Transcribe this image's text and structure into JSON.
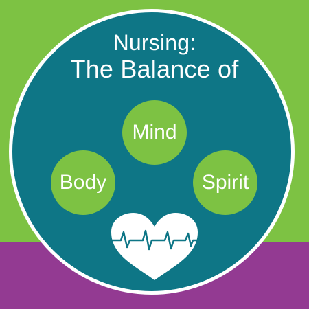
{
  "title": {
    "line1": "Nursing:",
    "line2": "The Balance of"
  },
  "circles": {
    "mind": "Mind",
    "body": "Body",
    "spirit": "Spirit"
  },
  "icons": {
    "heart": "heart-heartbeat-icon"
  },
  "colors": {
    "green": "#7dc243",
    "teal": "#0e7686",
    "purple": "#933a92",
    "white": "#ffffff"
  }
}
